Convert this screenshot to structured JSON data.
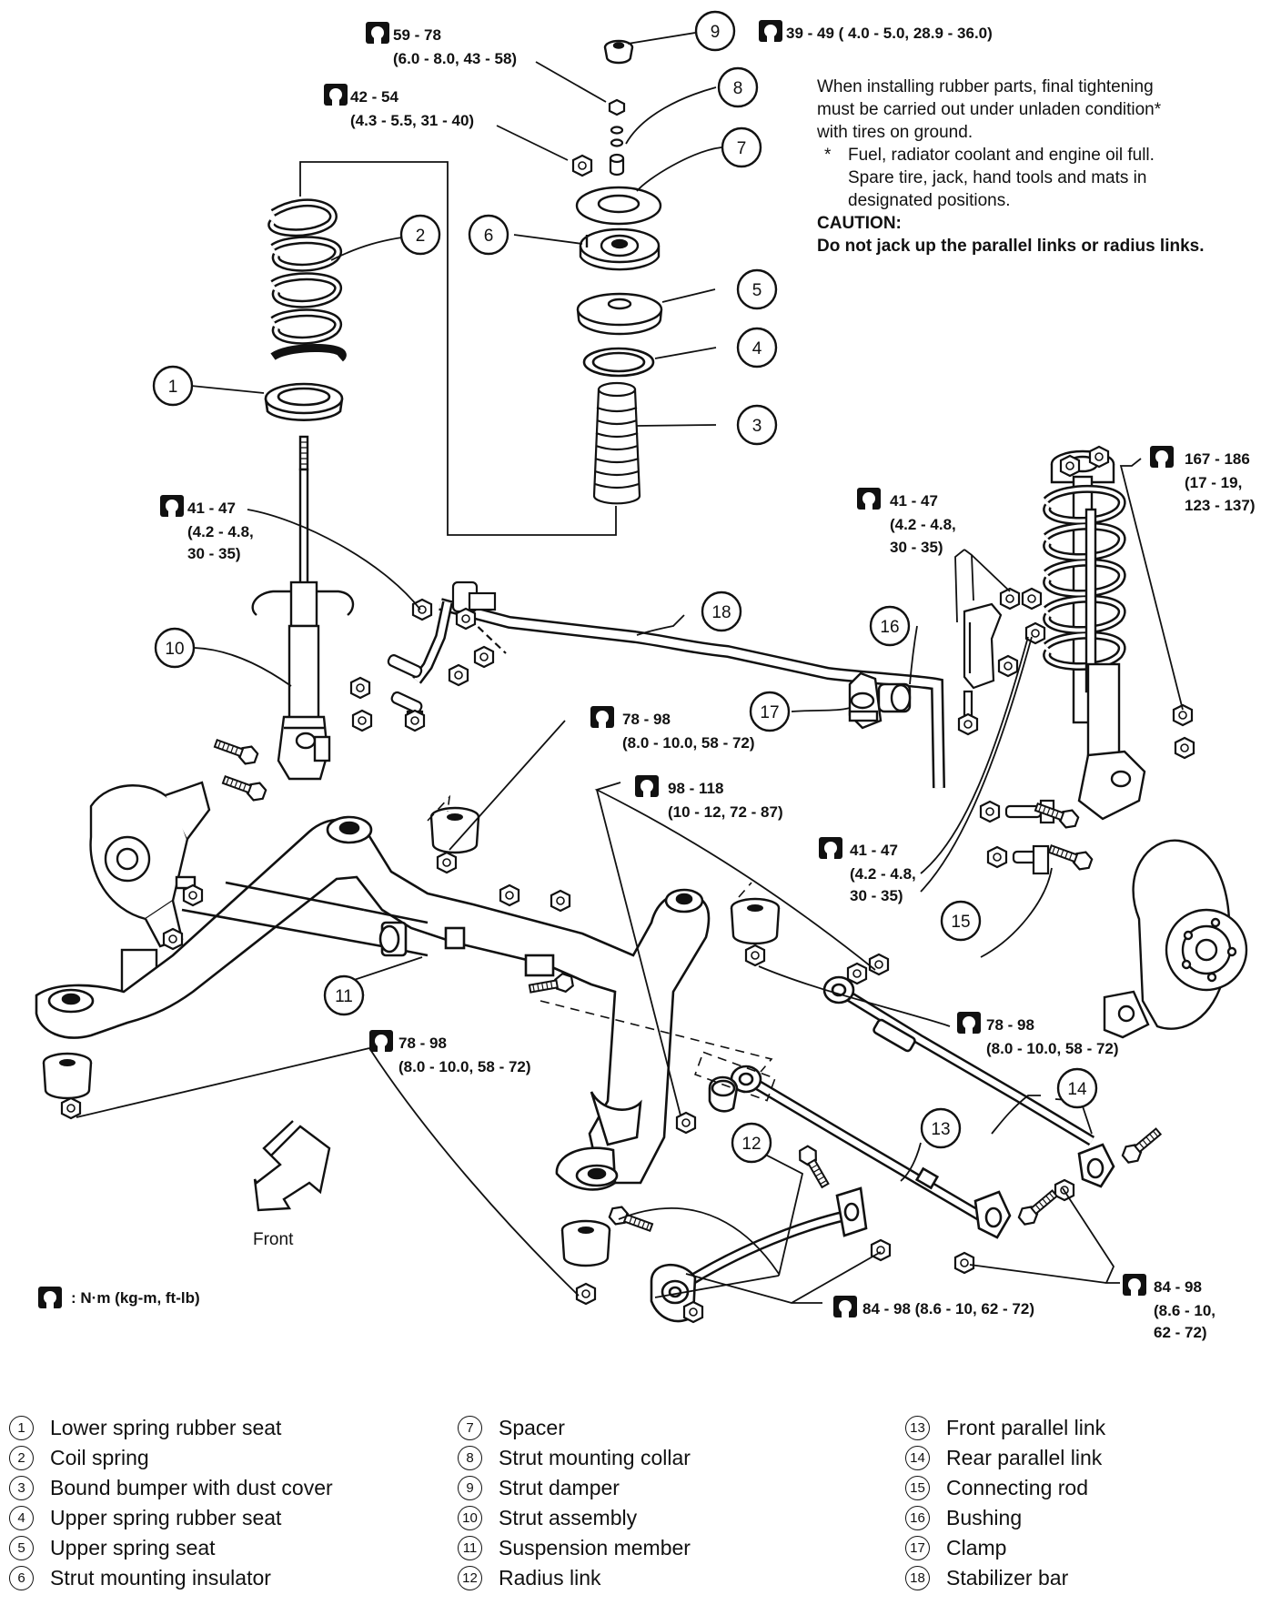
{
  "torque_specs": {
    "t59": "59 - 78",
    "t59b": "(6.0 - 8.0, 43 - 58)",
    "t42": "42 - 54",
    "t42b": "(4.3 - 5.5, 31 - 40)",
    "t39": "39 - 49 ( 4.0 - 5.0, 28.9 - 36.0)",
    "tA41": "41 - 47",
    "tA41b": "(4.2 - 4.8,",
    "tA41c": "30 - 35)",
    "tB41": "41 - 47",
    "tB41b": "(4.2 - 4.8,",
    "tB41c": "30 - 35)",
    "tC41": "41 - 47",
    "tC41b": "(4.2 - 4.8,",
    "tC41c": "30 - 35)",
    "t167": "167 - 186",
    "t167b": "(17 - 19,",
    "t167c": "123 - 137)",
    "t78a": "78 - 98",
    "t78ab": "(8.0 - 10.0, 58 - 72)",
    "t98": "98 - 118",
    "t98b": "(10 - 12, 72 - 87)",
    "t78b": "78 - 98",
    "t78bb": "(8.0 - 10.0, 58 - 72)",
    "t78c": "78 - 98",
    "t78cb": "(8.0 - 10.0, 58 - 72)",
    "t84a": "84 - 98 (8.6 - 10, 62 - 72)",
    "t84b": "84 - 98",
    "t84bb": "(8.6 - 10,",
    "t84bc": "62 - 72)"
  },
  "notes": {
    "line1": "When installing rubber parts, final tightening",
    "line2": "must be carried out under unladen condition*",
    "line3": "with tires on ground.",
    "star": "*",
    "line4": "Fuel, radiator coolant and engine oil full.",
    "line5": "Spare tire, jack, hand tools and mats in",
    "line6": "designated positions.",
    "caution_title": "CAUTION:",
    "caution_text": "Do not jack up the parallel links or radius links."
  },
  "front_label": "Front",
  "unit_legend": ": N·m (kg-m, ft-lb)",
  "callouts": {
    "c1": "1",
    "c2": "2",
    "c3": "3",
    "c4": "4",
    "c5": "5",
    "c6": "6",
    "c7": "7",
    "c8": "8",
    "c9": "9",
    "c10": "10",
    "c11": "11",
    "c12": "12",
    "c13": "13",
    "c14": "14",
    "c15": "15",
    "c16": "16",
    "c17": "17",
    "c18": "18"
  },
  "legend": [
    {
      "num": "1",
      "label": "Lower spring rubber seat"
    },
    {
      "num": "2",
      "label": "Coil spring"
    },
    {
      "num": "3",
      "label": "Bound bumper with dust cover"
    },
    {
      "num": "4",
      "label": "Upper spring rubber seat"
    },
    {
      "num": "5",
      "label": "Upper spring seat"
    },
    {
      "num": "6",
      "label": "Strut mounting insulator"
    },
    {
      "num": "7",
      "label": "Spacer"
    },
    {
      "num": "8",
      "label": "Strut mounting collar"
    },
    {
      "num": "9",
      "label": "Strut damper"
    },
    {
      "num": "10",
      "label": "Strut assembly"
    },
    {
      "num": "11",
      "label": "Suspension member"
    },
    {
      "num": "12",
      "label": "Radius link"
    },
    {
      "num": "13",
      "label": "Front parallel link"
    },
    {
      "num": "14",
      "label": "Rear parallel link"
    },
    {
      "num": "15",
      "label": "Connecting rod"
    },
    {
      "num": "16",
      "label": "Bushing"
    },
    {
      "num": "17",
      "label": "Clamp"
    },
    {
      "num": "18",
      "label": "Stabilizer bar"
    }
  ]
}
